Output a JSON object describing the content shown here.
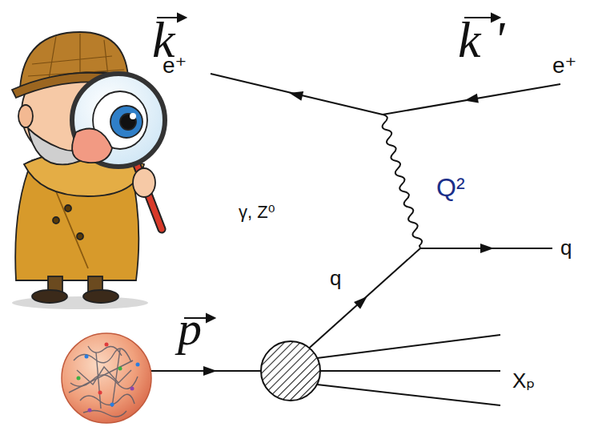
{
  "diagram": {
    "labels": [
      "k",
      "k '",
      "e⁺",
      "e⁺",
      "γ, Z⁰",
      "Q²",
      "q",
      "q",
      "p",
      "Xₚ"
    ]
  }
}
